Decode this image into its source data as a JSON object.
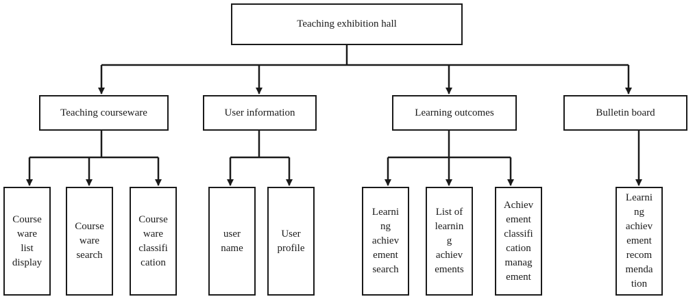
{
  "root": {
    "label": "Teaching exhibition hall"
  },
  "modules": [
    {
      "label": "Teaching courseware",
      "children": [
        {
          "lines": [
            "Course",
            "ware",
            "list",
            "display"
          ]
        },
        {
          "lines": [
            "Course",
            "ware",
            "search"
          ]
        },
        {
          "lines": [
            "Course",
            "ware",
            "classifi",
            "cation"
          ]
        }
      ]
    },
    {
      "label": "User information",
      "children": [
        {
          "lines": [
            "user",
            "name"
          ]
        },
        {
          "lines": [
            "User",
            "profile"
          ]
        }
      ]
    },
    {
      "label": "Learning outcomes",
      "children": [
        {
          "lines": [
            "Learni",
            "ng",
            "achiev",
            "ement",
            "search"
          ]
        },
        {
          "lines": [
            "List of",
            "learnin",
            "g",
            "achiev",
            "ements"
          ]
        },
        {
          "lines": [
            "Achiev",
            "ement",
            "classifi",
            "cation",
            "manag",
            "ement"
          ]
        }
      ]
    },
    {
      "label": "Bulletin board",
      "children": [
        {
          "lines": [
            "Learni",
            "ng",
            "achiev",
            "ement",
            "recom",
            "menda",
            "tion"
          ]
        }
      ]
    }
  ]
}
